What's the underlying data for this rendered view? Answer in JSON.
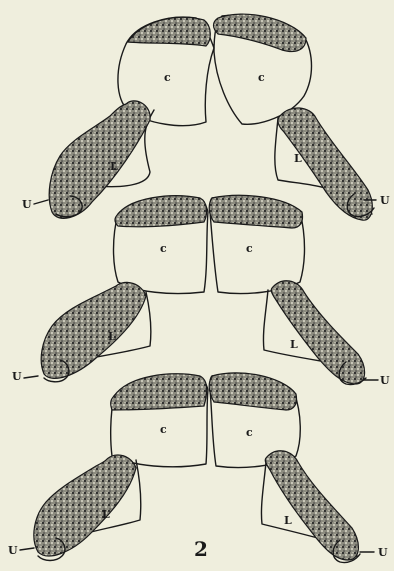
{
  "figure": {
    "number": "2",
    "labels": {
      "c": "c",
      "l": "L",
      "u": "U"
    },
    "colors": {
      "paper": "#efeedd",
      "ink": "#1a1a1a"
    }
  }
}
